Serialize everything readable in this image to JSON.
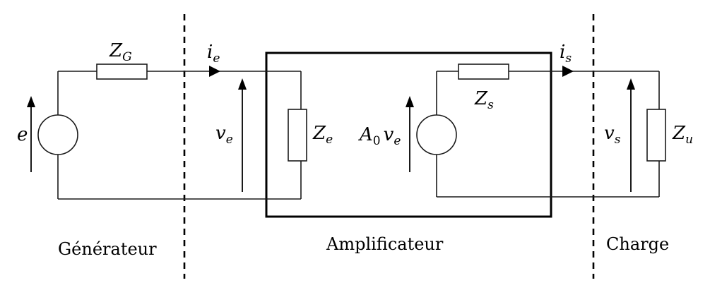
{
  "sections": {
    "generator": "Générateur",
    "amplifier": "Amplificateur",
    "load": "Charge"
  },
  "labels": {
    "e": "e",
    "ZG_main": "Z",
    "ZG_sub": "G",
    "ie_main": "i",
    "ie_sub": "e",
    "ve_main": "v",
    "ve_sub": "e",
    "Ze_main": "Z",
    "Ze_sub": "e",
    "A0_main": "A",
    "A0_sub": "0",
    "A0_v_main": "v",
    "A0_v_sub": "e",
    "Zs_main": "Z",
    "Zs_sub": "s",
    "is_main": "i",
    "is_sub": "s",
    "vs_main": "v",
    "vs_sub": "s",
    "Zu_main": "Z",
    "Zu_sub": "u"
  }
}
